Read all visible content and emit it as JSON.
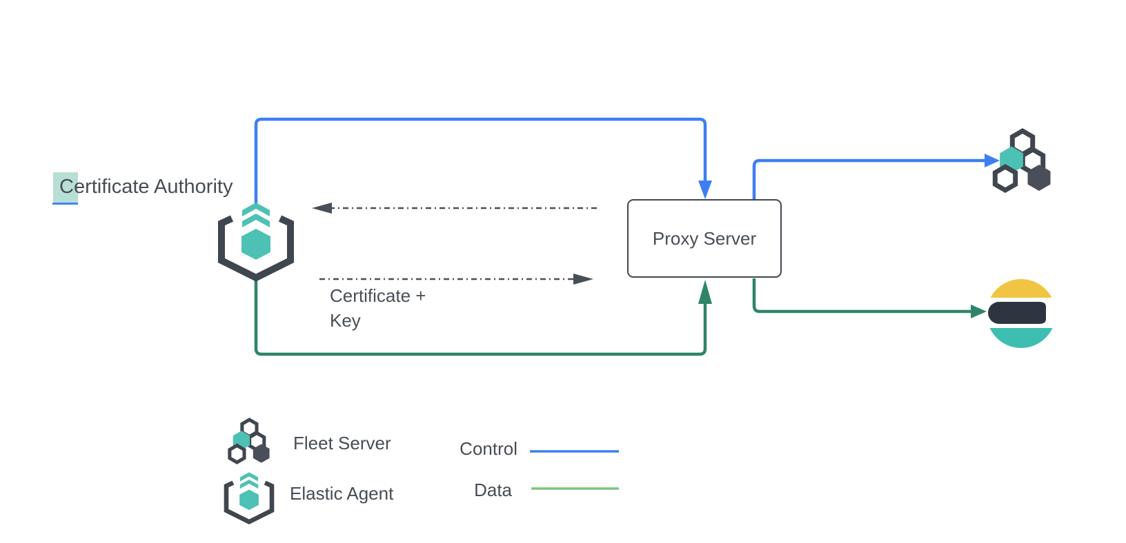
{
  "diagram": {
    "certificate_authority_label": "Certificate Authority",
    "proxy_server_label": "Proxy Server",
    "certificate_key_label": "Certificate +\nKey"
  },
  "legend": {
    "fleet_server_label": "Fleet Server",
    "elastic_agent_label": "Elastic Agent",
    "control_label": "Control",
    "data_label": "Data"
  },
  "icons": {
    "elastic_agent": "elastic-agent-hexagon-icon",
    "fleet_server": "fleet-server-hexagon-cluster-icon",
    "elasticsearch": "elasticsearch-logo-icon"
  },
  "colors": {
    "control_blue": "#3e7ef2",
    "data_green": "#2f8468",
    "legend_data_green": "#7cc67e",
    "slate": "#40464e",
    "dashed_gray": "#494f57",
    "text": "#474d54",
    "teal": "#4dc1b4",
    "fleet_dark": "#4a4e59",
    "elastic_yellow": "#f2c443",
    "elastic_dark": "#2e3540",
    "elastic_teal": "#3ebeb0",
    "selection_highlight": "#a9d7cc",
    "selection_caret_blue": "#4285f4"
  }
}
